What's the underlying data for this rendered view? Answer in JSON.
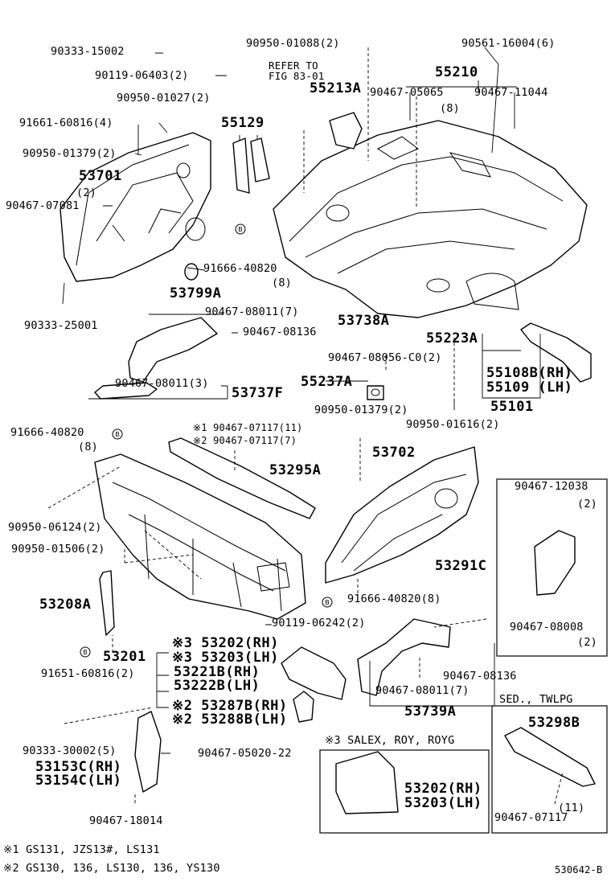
{
  "labels": {
    "l_90333_15002": "90333-15002",
    "l_90119_06403": "90119-06403(2)",
    "l_90950_01027": "90950-01027(2)",
    "l_91661_60816_4": "91661-60816(4)",
    "l_90950_01379_2a": "90950-01379(2)",
    "l_53701": "53701",
    "l_53701_qty": "(2)",
    "l_90467_07081": "90467-07081",
    "l_90333_25001": "90333-25001",
    "l_90950_01088": "90950-01088(2)",
    "l_refer": "REFER TO",
    "l_fig": "FIG 83-01",
    "l_55213a": "55213A",
    "l_55129": "55129",
    "l_91666_40820_top": "91666-40820",
    "l_91666_40820_top_qty": "(8)",
    "l_53799a": "53799A",
    "l_90561_16004": "90561-16004(6)",
    "l_55210": "55210",
    "l_90467_05065": "90467-05065",
    "l_90467_05065_qty": "(8)",
    "l_90467_11044": "90467-11044",
    "l_90467_08011_7a": "90467-08011(7)",
    "l_53738a": "53738A",
    "l_90467_08136a": "90467-08136",
    "l_55223a": "55223A",
    "l_90467_08056": "90467-08056-C0(2)",
    "l_55108b": "55108B(RH)",
    "l_55109": "55109 (LH)",
    "l_55101": "55101",
    "l_90467_08011_3": "90467-08011(3)",
    "l_53737f": "53737F",
    "l_55237a": "55237A",
    "l_90950_01379_2b": "90950-01379(2)",
    "l_90950_01616": "90950-01616(2)",
    "l_91666_40820_mid": "91666-40820",
    "l_91666_40820_mid_qty": "(8)",
    "l_90467_07117_11": "※1 90467-07117(11)",
    "l_90467_07117_7": "※2 90467-07117(7)",
    "l_53702": "53702",
    "l_53295a": "53295A",
    "l_90950_06124": "90950-06124(2)",
    "l_90950_01506": "90950-01506(2)",
    "l_90467_12038": "90467-12038",
    "l_90467_12038_qty": "(2)",
    "l_53291c": "53291C",
    "l_53208a": "53208A",
    "l_91666_40820_bot": "91666-40820(8)",
    "l_90119_06242": "90119-06242(2)",
    "l_90467_08008": "90467-08008",
    "l_90467_08008_qty": "(2)",
    "l_53201": "53201",
    "l_91651_60816": "91651-60816(2)",
    "l_53202_rh": "※3 53202(RH)",
    "l_53203_lh": "※3 53203(LH)",
    "l_53221b": "53221B(RH)",
    "l_53222b": "53222B(LH)",
    "l_53287b": "※2 53287B(RH)",
    "l_53288b": "※2 53288B(LH)",
    "l_90467_08136b": "90467-08136",
    "l_90467_08011_7b": "90467-08011(7)",
    "l_53739a": "53739A",
    "l_sed": "SED., TWLPG",
    "l_53298b": "53298B",
    "l_90333_30002": "90333-30002(5)",
    "l_53153c": "53153C(RH)",
    "l_53154c": "53154C(LH)",
    "l_90467_05020": "90467-05020-22",
    "l_salex": "※3 SALEX, ROY, ROYG",
    "l_53202_box": "53202(RH)",
    "l_53203_box": "53203(LH)",
    "l_90467_18014": "90467-18014",
    "l_90467_07117_box": "90467-07117",
    "l_90467_07117_box_qty": "(11)",
    "l_note1": "※1 GS131, JZS13#, LS131",
    "l_note2": "※2 GS130, 136, LS130, 136, YS130",
    "l_code": "530642-B"
  },
  "marks": {
    "circle_b": "B"
  }
}
